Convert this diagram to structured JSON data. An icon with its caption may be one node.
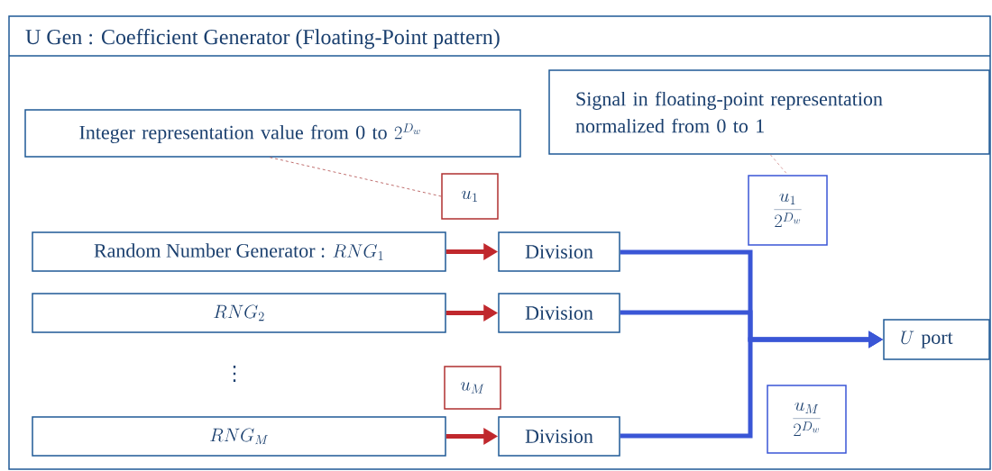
{
  "diagram": {
    "nodes": [
      {
        "text": [
          "U Gen : Coefficient Generator (Floating-Point pattern)"
        ]
      },
      {
        "text": [
          "Integer representation value from 0 to",
          "2^{D_w}"
        ],
        "in": 0
      },
      {
        "text": [
          "Signal in floating-point representation normalized from 0 to 1"
        ],
        "in": 0
      },
      {
        "text": [
          "u_1"
        ],
        "in": 0
      },
      {
        "text": [
          "\\frac{u_1}{2^{D_w}}"
        ],
        "in": 0
      },
      {
        "text": [
          "Random Number Generator :",
          "RNG_1"
        ],
        "in": 0
      },
      {
        "text": [
          "Division"
        ],
        "in": 0
      },
      {
        "text": [
          "RNG_2"
        ],
        "in": 0
      },
      {
        "text": [
          "Division"
        ],
        "in": 0
      },
      {
        "text": [
          "u_M"
        ],
        "in": 0
      },
      {
        "text": [
          "\\frac{u_M}{2^{D_w}}"
        ],
        "in": 0
      },
      {
        "text": [
          "RNG_M"
        ],
        "in": 0
      },
      {
        "text": [
          "Division"
        ],
        "in": 0
      },
      {
        "text": [
          "U",
          "port"
        ],
        "in": 0
      }
    ],
    "edges": [
      {
        "from": 1,
        "to": 3,
        "arrow": "none",
        "style": "dashed",
        "color": "#b04a4a"
      },
      {
        "from": 2,
        "to": 4,
        "arrow": "none",
        "style": "dashed",
        "color": "#d08a8a"
      },
      {
        "from": 5,
        "to": 6,
        "arrow": "to",
        "color": "#c0282d"
      },
      {
        "from": 7,
        "to": 8,
        "arrow": "to",
        "color": "#c0282d"
      },
      {
        "from": 11,
        "to": 12,
        "arrow": "to",
        "color": "#c0282d"
      },
      {
        "from": 6,
        "to": 13,
        "arrow": "to",
        "color": "#3a56d6"
      },
      {
        "from": 8,
        "to": 13,
        "arrow": "to",
        "color": "#3a56d6"
      },
      {
        "from": 12,
        "to": 13,
        "arrow": "to",
        "color": "#3a56d6"
      }
    ],
    "labels": [
      "⋮"
    ]
  }
}
